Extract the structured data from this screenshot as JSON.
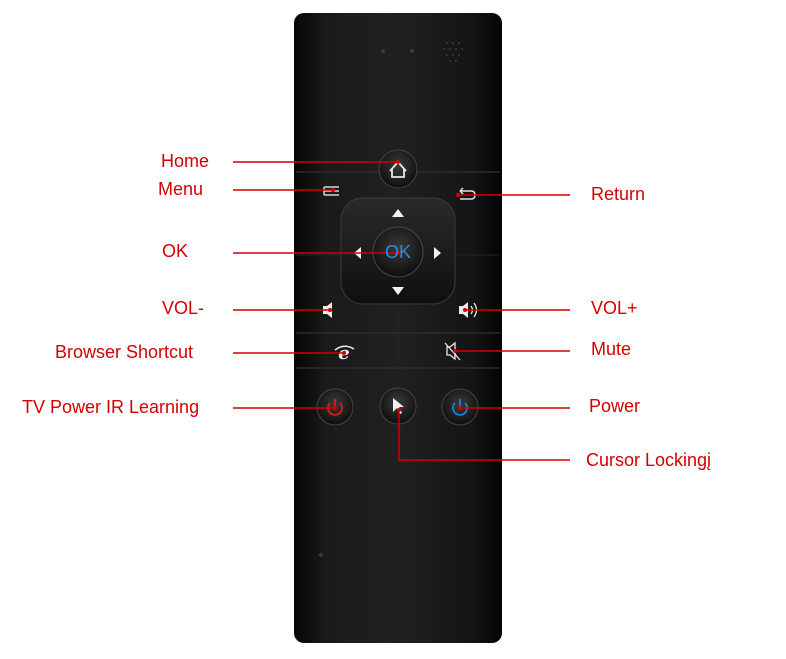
{
  "labels": {
    "home": "Home",
    "menu": "Menu",
    "return": "Return",
    "ok": "OK",
    "vol_minus": "VOL-",
    "vol_plus": "VOL+",
    "browser": "Browser Shortcut",
    "mute": "Mute",
    "tv_power": "TV Power IR Learning",
    "power": "Power",
    "cursor": "Cursor Lockingį"
  },
  "buttons": {
    "ok_text": "OK"
  },
  "colors": {
    "label": "#d40000",
    "remote_body": "#141414",
    "blue_accent": "#1e7fd6",
    "red_accent": "#c81e1e"
  }
}
